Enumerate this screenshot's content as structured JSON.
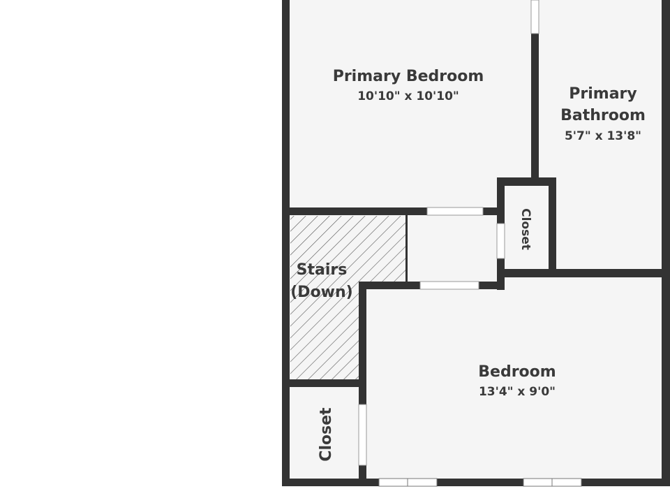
{
  "colors": {
    "wall": "#333333",
    "floor": "#f5f5f5",
    "background": "#ffffff",
    "text": "#3a3a3a",
    "opening": "#ffffff"
  },
  "rooms": {
    "primary_bedroom": {
      "name": "Primary Bedroom",
      "dimensions": "10'10\" x 10'10\""
    },
    "primary_bathroom": {
      "name_line1": "Primary",
      "name_line2": "Bathroom",
      "dimensions": "5'7\" x 13'8\""
    },
    "closet_upper": {
      "name": "Closet"
    },
    "stairs": {
      "name_line1": "Stairs",
      "name_line2": "(Down)"
    },
    "bedroom": {
      "name": "Bedroom",
      "dimensions": "13'4\" x 9'0\""
    },
    "closet_lower": {
      "name": "Closet"
    }
  }
}
